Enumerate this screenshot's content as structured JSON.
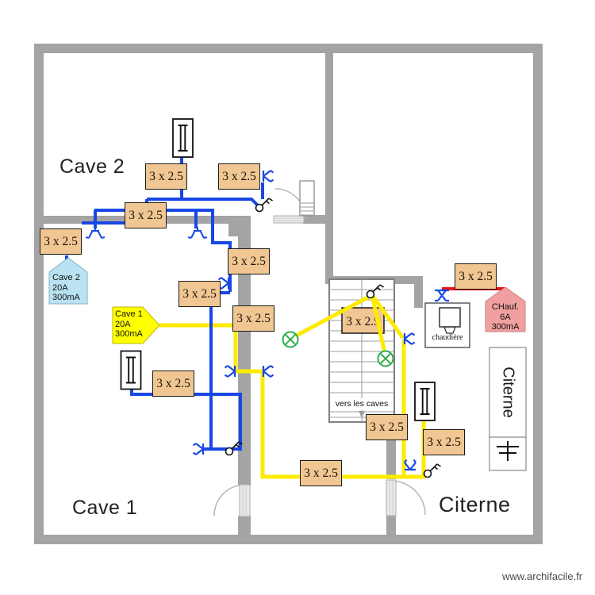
{
  "source": {
    "watermark": "www.archifacile.fr"
  },
  "rooms": {
    "cave2": "Cave 2",
    "cave1": "Cave 1",
    "citerne": "Citerne"
  },
  "cable_label": "3 x 2.5",
  "callouts": {
    "cave2": {
      "title": "Cave 2",
      "rating": "20A",
      "diff": "300mA",
      "color": "#b9e2f2"
    },
    "cave1": {
      "title": "Cave 1",
      "rating": "20A",
      "diff": "300mA",
      "color": "#ffff00"
    },
    "chauf": {
      "title": "CHauf.",
      "rating": "6A",
      "diff": "300mA",
      "color": "#f19f9f"
    }
  },
  "labels": {
    "stairs_note": "vers les caves",
    "boiler": "chaudière",
    "tank_unit": "Citerne"
  },
  "symbols": {
    "ceiling_light": "dcl-ceiling-light-icon",
    "socket": "socket-fork-icon",
    "switch": "switch-key-icon",
    "lamp": "lamp-cross-icon",
    "fluorescent": "fluorescent-fixture-icon",
    "heater": "heater-icon"
  },
  "colors": {
    "wall": "#a4a4a4",
    "cable_blue": "#1847e6",
    "cable_yellow": "#ffeb00",
    "cable_red": "#ee1111",
    "lamp_green": "#2fae4e",
    "box_fill": "#f0c692"
  }
}
